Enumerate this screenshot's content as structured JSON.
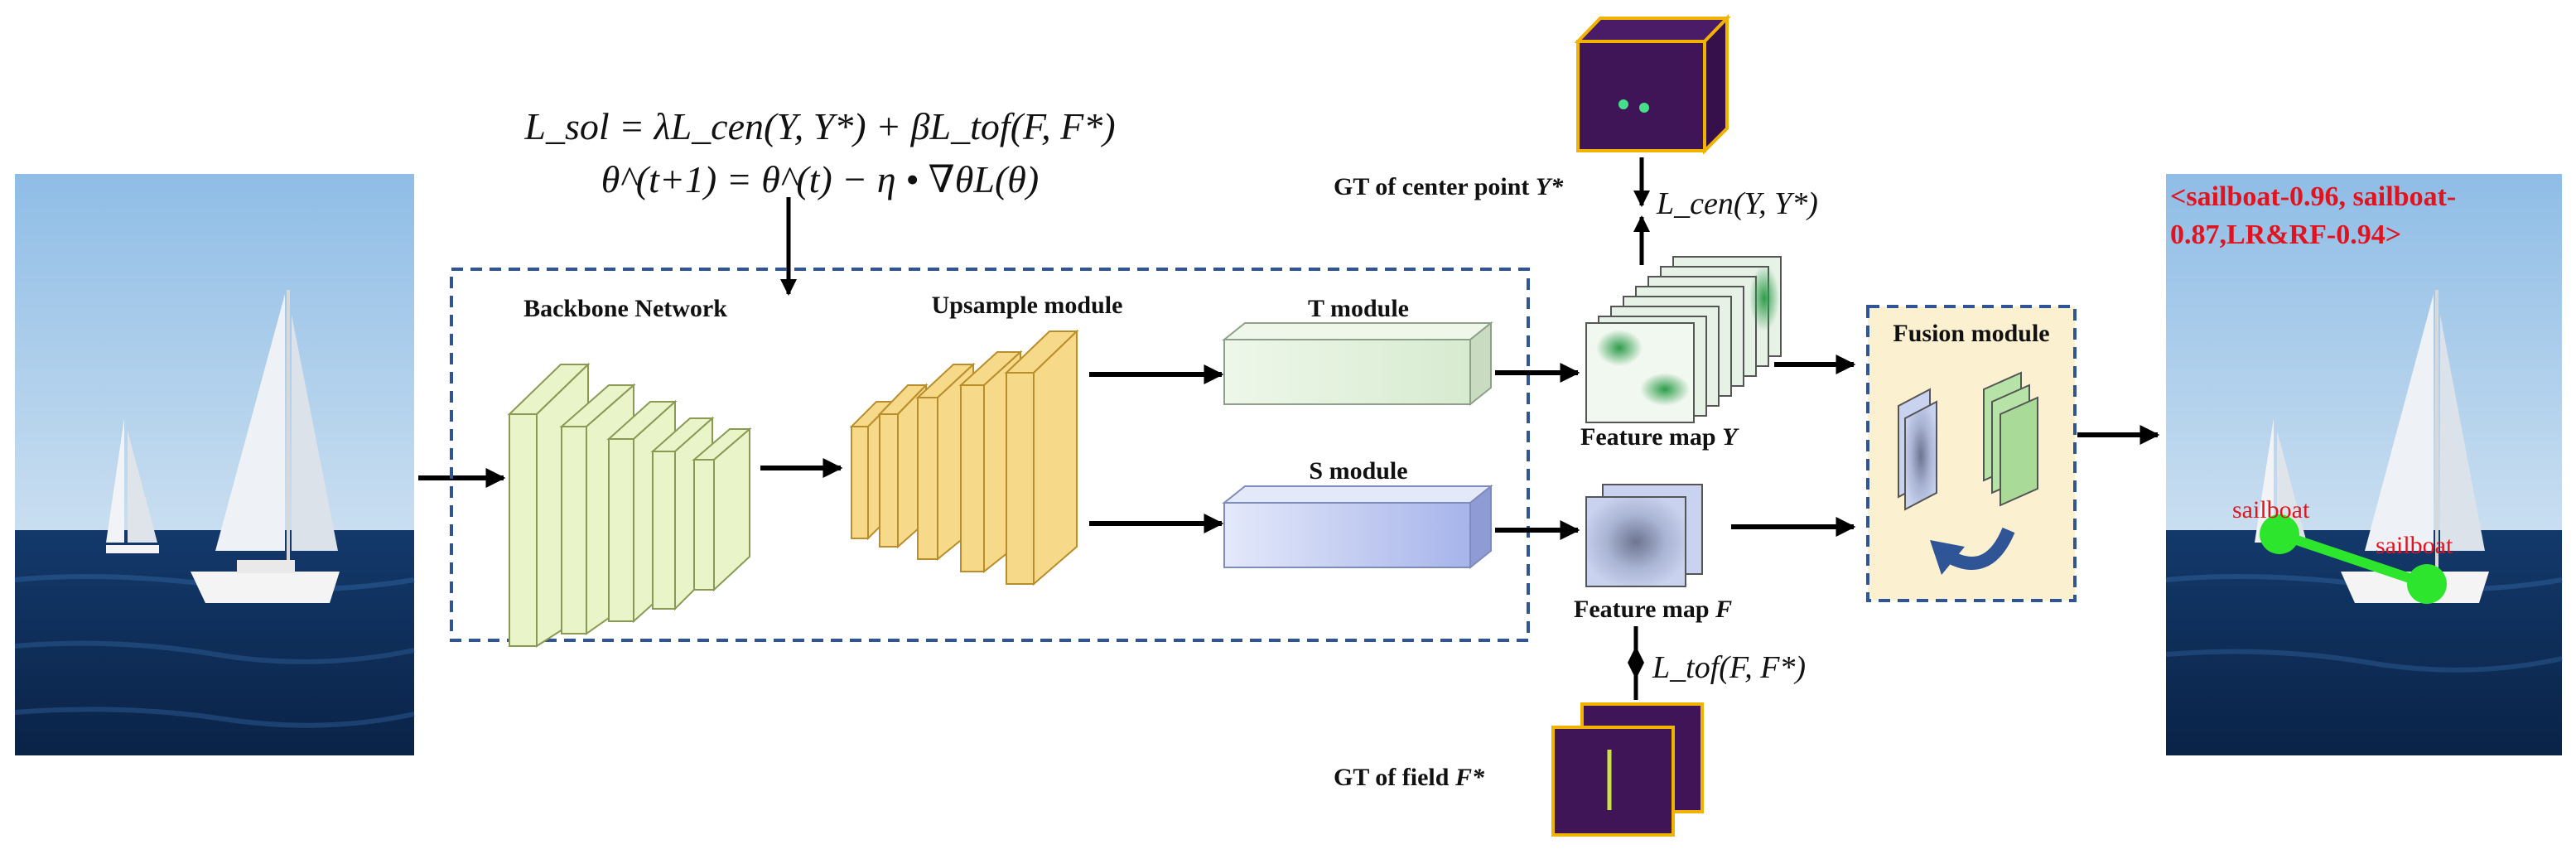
{
  "formula": {
    "loss": "L_sol = λL_cen(Y, Y*) + βL_tof(F, F*)",
    "update": "θ^(t+1) = θ^(t) − η • ∇θL(θ)"
  },
  "modules": {
    "backbone": "Backbone Network",
    "upsample": "Upsample module",
    "t_module": "T module",
    "s_module": "S module",
    "fusion": "Fusion module"
  },
  "feature_maps": {
    "y_label": "Feature map",
    "y_var": "Y",
    "f_label": "Feature map",
    "f_var": "F"
  },
  "ground_truth": {
    "center_label": "GT of center point",
    "center_var": "Y*",
    "field_label": "GT of field",
    "field_var": "F*",
    "cen_loss": "L_cen(Y, Y*)",
    "tof_loss": "L_tof(F, F*)"
  },
  "output": {
    "detection_line1": "<sailboat-0.96, sailboat-",
    "detection_line2": "0.87,LR&RF-0.94>",
    "tag_left": "sailboat",
    "tag_right": "sailboat"
  },
  "colors": {
    "dashed_border": "#2f5597",
    "backbone_fill": "#eaf4c9",
    "upsample_fill": "#f6d989",
    "t_module_fill": "#e3f1dd",
    "s_module_fill": "#b9c4ee",
    "fusion_bg": "#fbf0cf",
    "gt_border": "#f0b400",
    "gt_fill": "#3f1557",
    "detection_text": "#e0141e",
    "relation_line": "#2de52d"
  }
}
